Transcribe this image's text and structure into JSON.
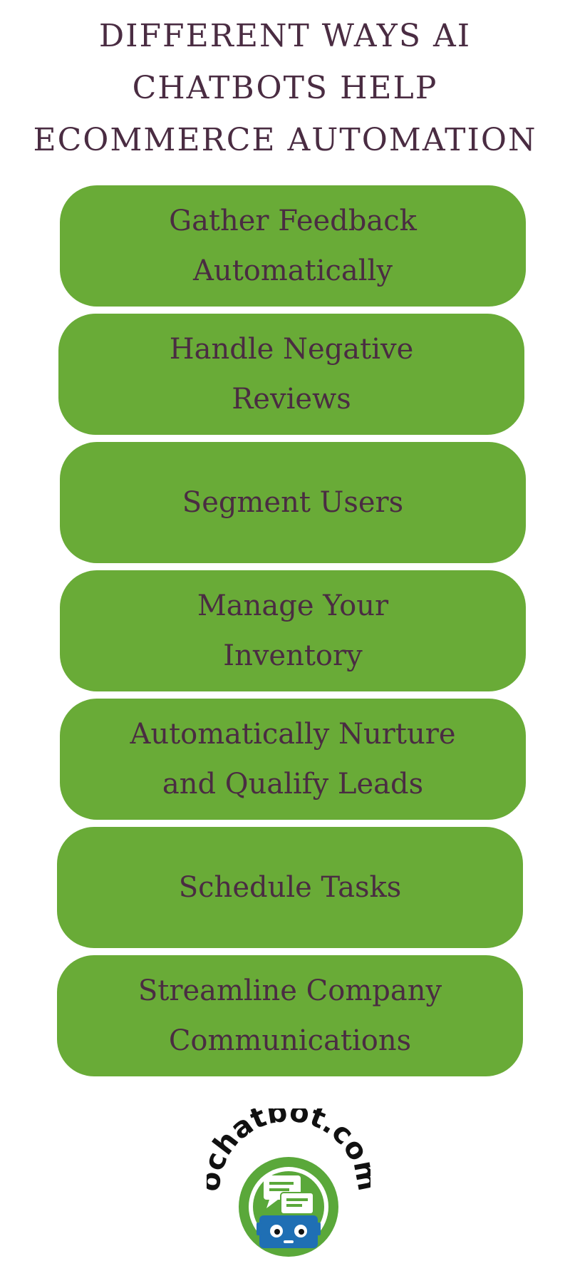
{
  "title": {
    "line1": "DIFFERENT WAYS AI",
    "line2": "CHATBOTS HELP",
    "line3": "ECOMMERCE AUTOMATION"
  },
  "items": [
    {
      "line1": "Gather Feedback",
      "line2": "Automatically"
    },
    {
      "line1": "Handle Negative",
      "line2": "Reviews"
    },
    {
      "line1": "Segment Users",
      "line2": ""
    },
    {
      "line1": "Manage Your",
      "line2": "Inventory"
    },
    {
      "line1": "Automatically Nurture",
      "line2": "and Qualify Leads"
    },
    {
      "line1": "Schedule Tasks",
      "line2": ""
    },
    {
      "line1": "Streamline Company",
      "line2": "Communications"
    }
  ],
  "logo": {
    "text": "ochatbot.com",
    "icon": "robot-chat-icon"
  },
  "colors": {
    "pill": "#69ab37",
    "text": "#4a2c42",
    "logo_green": "#5aa83a",
    "logo_blue": "#1f6fb4"
  }
}
